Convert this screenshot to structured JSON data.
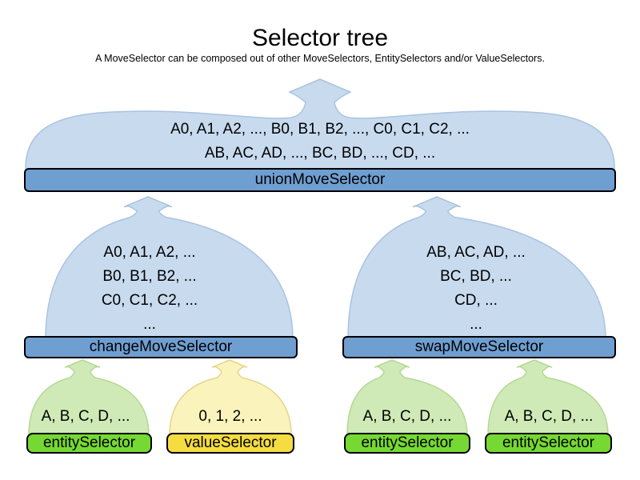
{
  "header": {
    "title": "Selector tree",
    "subtitle": "A MoveSelector can be composed out of other MoveSelectors, EntitySelectors and/or ValueSelectors."
  },
  "tree": {
    "union": {
      "label": "unionMoveSelector",
      "lines": [
        "A0, A1, A2, ..., B0, B1, B2, ..., C0, C1, C2, ...",
        "AB, AC, AD, ..., BC, BD, ..., CD, ..."
      ]
    },
    "change": {
      "label": "changeMoveSelector",
      "lines": [
        "A0, A1, A2, ...",
        "B0, B1, B2, ...",
        "C0, C1, C2, ...",
        "..."
      ]
    },
    "swap": {
      "label": "swapMoveSelector",
      "lines": [
        "AB, AC, AD, ...",
        "BC, BD, ...",
        "CD, ...",
        "..."
      ]
    },
    "entity1": {
      "label": "entitySelector",
      "lines": [
        "A, B, C, D, ..."
      ]
    },
    "value1": {
      "label": "valueSelector",
      "lines": [
        "0, 1, 2, ..."
      ]
    },
    "entity2": {
      "label": "entitySelector",
      "lines": [
        "A, B, C, D, ..."
      ]
    },
    "entity3": {
      "label": "entitySelector",
      "lines": [
        "A, B, C, D, ..."
      ]
    }
  },
  "colors": {
    "blue_light": "#c8daee",
    "blue_border": "#a9c3e2",
    "blue_bar": "#6f9ed1",
    "green_light": "#cfeab6",
    "green_border": "#b3d894",
    "green_bar": "#76d832",
    "yellow_light": "#faf3bb",
    "yellow_border": "#e3d48b",
    "yellow_bar": "#f5dc40"
  }
}
